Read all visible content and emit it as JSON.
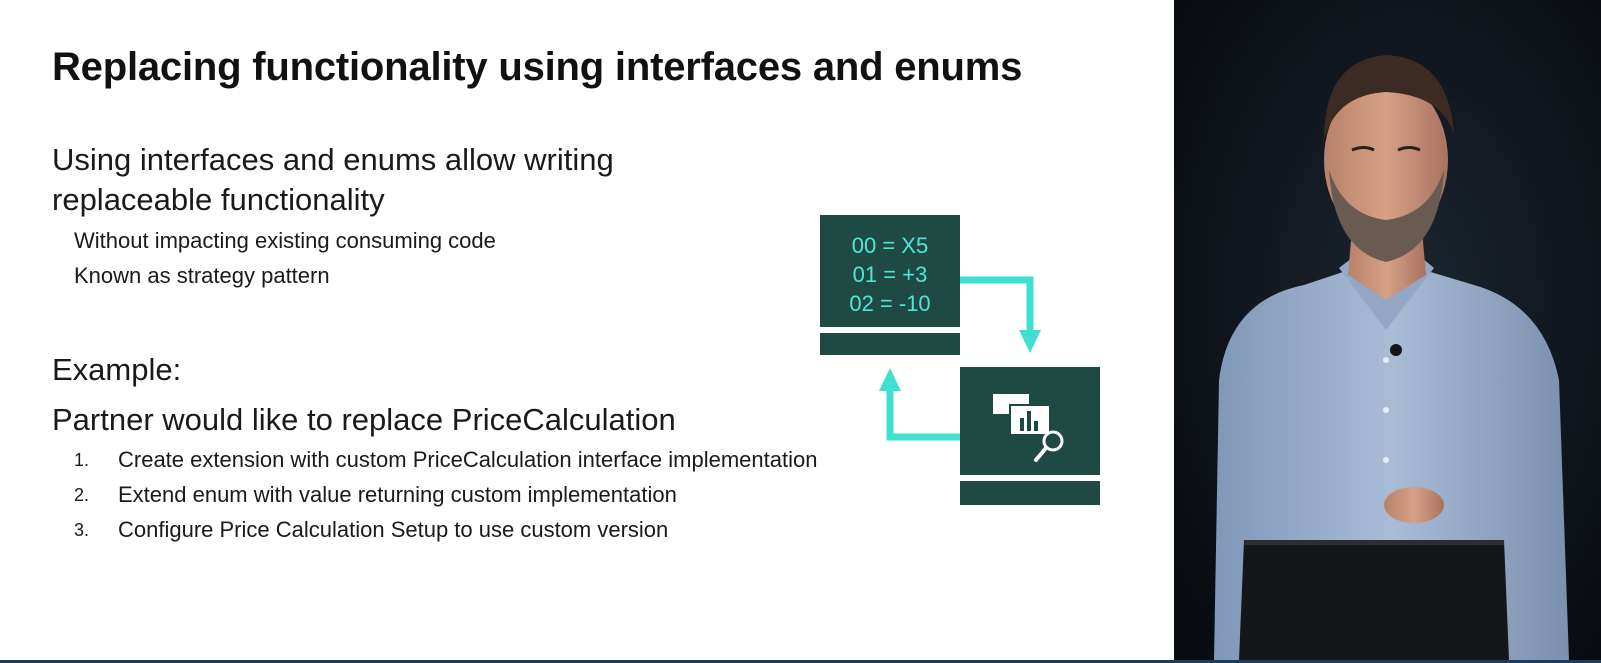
{
  "slide": {
    "title": "Replacing functionality using interfaces and enums",
    "intro": "Using interfaces and enums allow writing replaceable functionality",
    "intro_points": [
      "Without impacting existing consuming code",
      "Known as strategy pattern"
    ],
    "example_heading": "Example:",
    "scenario": "Partner would like to replace PriceCalculation",
    "steps": [
      {
        "num": "1.",
        "text": "Create extension with custom PriceCalculation interface implementation"
      },
      {
        "num": "2.",
        "text": "Extend enum with value returning custom implementation"
      },
      {
        "num": "3.",
        "text": "Configure Price Calculation Setup to use custom version"
      }
    ]
  },
  "diagram": {
    "enum_lines": [
      "00 = X5",
      "01 = +3",
      "02 = -10"
    ],
    "box_color": "#1f4a43",
    "text_color": "#4ee6d6",
    "arrow_color": "#3fe0d0",
    "icon": "report-search-icon"
  },
  "presenter": {
    "icon": "presenter-video-icon"
  }
}
